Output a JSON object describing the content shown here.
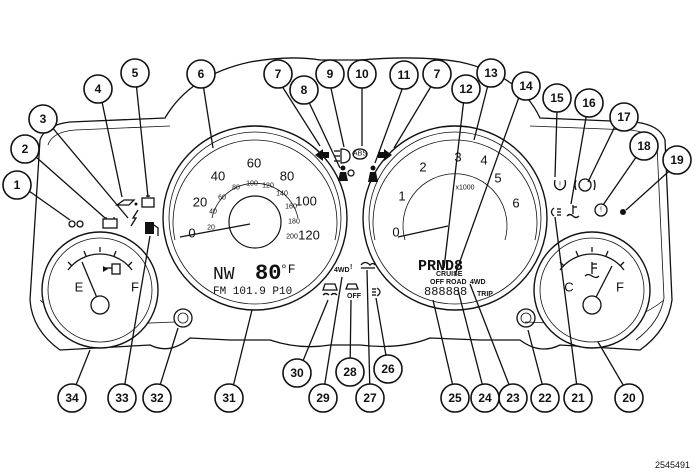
{
  "speedometer": {
    "mph_labels": [
      "0",
      "20",
      "40",
      "60",
      "80",
      "100",
      "120"
    ],
    "kmh_labels": [
      "20",
      "40",
      "60",
      "80",
      "100",
      "120",
      "140",
      "160",
      "180",
      "200"
    ]
  },
  "tachometer": {
    "labels": [
      "0",
      "1",
      "2",
      "3",
      "4",
      "5",
      "6"
    ],
    "multiplier": "x1000"
  },
  "fuel_gauge": {
    "empty_label": "E",
    "full_label": "F"
  },
  "temp_gauge": {
    "cold_label": "C",
    "hot_label": "F"
  },
  "display": {
    "compass": "NW",
    "temperature": "80",
    "temp_unit": "°F",
    "radio": "FM 101.9 P10",
    "gear": "PRND8",
    "cruise": "CRUISE",
    "off_road": "OFF ROAD",
    "fourwd": "4WD",
    "odometer": "888888",
    "trip": "TRIP",
    "fourwd_warning": "4WD",
    "esc_off": "OFF"
  },
  "callouts": [
    "1",
    "2",
    "3",
    "4",
    "5",
    "6",
    "7",
    "8",
    "9",
    "10",
    "11",
    "7",
    "12",
    "13",
    "14",
    "15",
    "16",
    "17",
    "18",
    "19",
    "20",
    "21",
    "22",
    "23",
    "24",
    "25",
    "26",
    "27",
    "28",
    "29",
    "30",
    "31",
    "32",
    "33",
    "34"
  ],
  "reference_id": "2545491"
}
